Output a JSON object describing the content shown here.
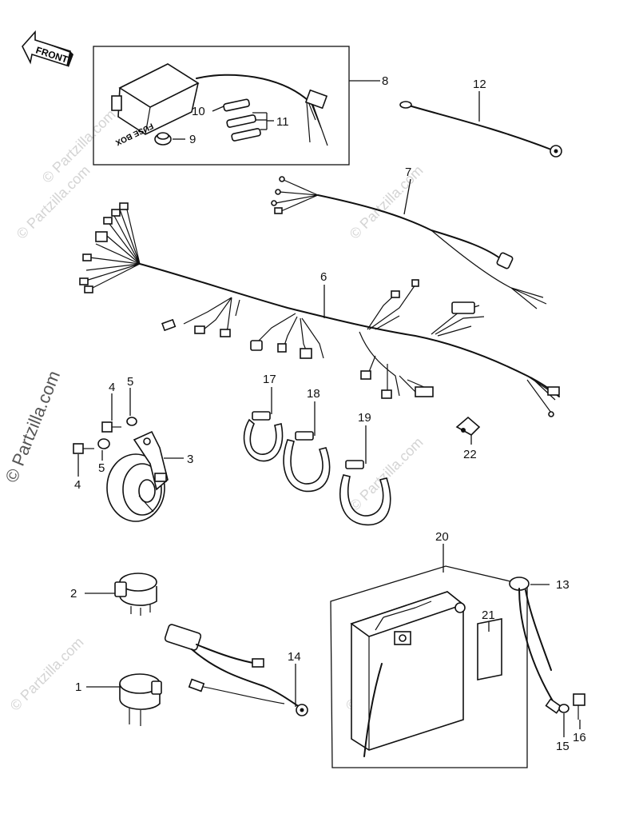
{
  "diagram": {
    "front_label": "FRONT",
    "fuse_box_label": "FUSE BOX",
    "callouts": {
      "c1": "1",
      "c2": "2",
      "c3": "3",
      "c4a": "4",
      "c4b": "4",
      "c5a": "5",
      "c5b": "5",
      "c6": "6",
      "c7": "7",
      "c8": "8",
      "c9": "9",
      "c10": "10",
      "c11": "11",
      "c12": "12",
      "c13": "13",
      "c14": "14",
      "c15": "15",
      "c16": "16",
      "c17": "17",
      "c18": "18",
      "c19": "19",
      "c20": "20",
      "c21": "21",
      "c22": "22"
    },
    "watermark": {
      "side": "© Partzilla.com",
      "faint": "© Partzilla.com"
    },
    "colors": {
      "ink": "#111111",
      "watermark": "#d4d4d4",
      "paper": "#ffffff"
    }
  }
}
